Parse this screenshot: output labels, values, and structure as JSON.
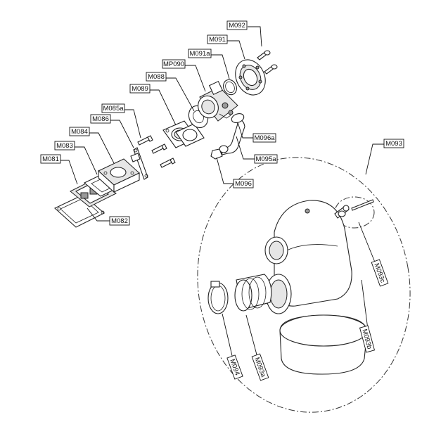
{
  "labels": {
    "M092": "M092",
    "M091": "M091",
    "M091a": "M091a",
    "MP090": "MP090",
    "M088": "M088",
    "M089": "M089",
    "M085a": "M085a",
    "M086": "M086",
    "M084": "M084",
    "M083": "M083",
    "M081": "M081",
    "M082": "M082",
    "M096a": "M096a",
    "M095a": "M095a",
    "M096": "M096",
    "M093": "M093",
    "M093c": "M093c",
    "M093b": "M093b",
    "M094": "M094",
    "M093a": "M093a"
  }
}
